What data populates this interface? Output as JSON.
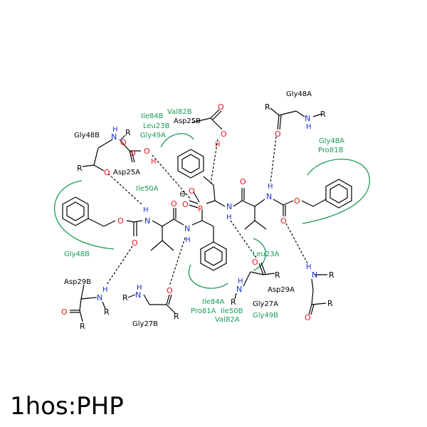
{
  "title": "1hos:PHP",
  "colors": {
    "residue": "#1a9a55",
    "nitrogen": "#1b2fd1",
    "oxygen": "#e8141e",
    "bond": "#000000"
  },
  "atoms": {
    "N": "N",
    "O": "O",
    "H": "H",
    "P": "P",
    "R": "R",
    "charge": "⊖"
  },
  "residues": {
    "val82b": "Val82B",
    "ile84b": "Ile84B",
    "leu23b": "Leu23B",
    "gly49a": "Gly49A",
    "ile50a": "Ile50A",
    "gly48b_bottom": "Gly48B",
    "gly48a_right": "Gly48A",
    "pro81b": "Pro81B",
    "leu23a": "Leu23A",
    "ile84a": "Ile84A",
    "pro81a": "Pro81A",
    "ile50b": "Ile50B",
    "val82a": "Val82A",
    "gly49b": "Gly49B"
  },
  "labels": {
    "asp25b": "Asp25B",
    "asp25a": "Asp25A",
    "gly48b": "Gly48B",
    "gly48a": "Gly48A",
    "asp29b": "Asp29B",
    "asp29a": "Asp29A",
    "gly27b": "Gly27B",
    "gly27a": "Gly27A"
  }
}
